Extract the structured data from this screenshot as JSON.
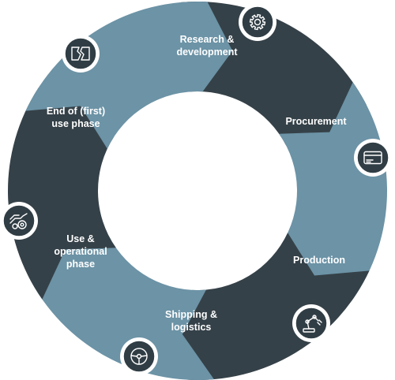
{
  "colors": {
    "dark": "#354148",
    "light": "#6c93a6",
    "icon_fill": "#303d44",
    "background": "#ffffff",
    "label_text": "#ffffff"
  },
  "segments": [
    {
      "id": "research",
      "label_lines": [
        "Research &",
        "development"
      ],
      "shade": "dark",
      "icon": "gear-icon"
    },
    {
      "id": "procurement",
      "label_lines": [
        "Procurement"
      ],
      "shade": "light",
      "icon": "credit-card-icon"
    },
    {
      "id": "production",
      "label_lines": [
        "Production"
      ],
      "shade": "dark",
      "icon": "robotic-arm-icon"
    },
    {
      "id": "shipping",
      "label_lines": [
        "Shipping &",
        "logistics"
      ],
      "shade": "light",
      "icon": "steering-wheel-icon"
    },
    {
      "id": "use",
      "label_lines": [
        "Use &",
        "operational",
        "phase"
      ],
      "shade": "dark",
      "icon": "hand-gear-icon"
    },
    {
      "id": "end",
      "label_lines": [
        "End of (first)",
        "use phase"
      ],
      "shade": "light",
      "icon": "broken-material-icon"
    }
  ]
}
